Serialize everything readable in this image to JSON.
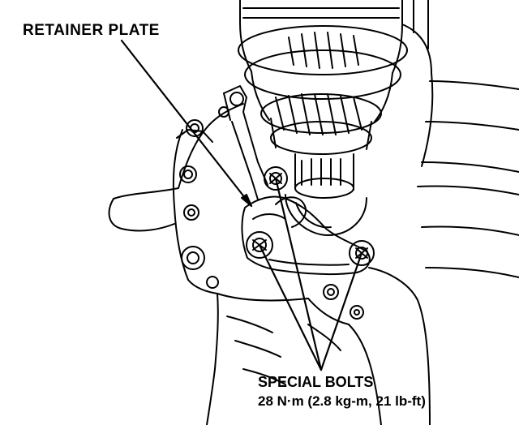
{
  "labels": {
    "retainer_plate": "RETAINER PLATE",
    "special_bolts_title": "SPECIAL BOLTS",
    "special_bolts_torque": "28 N·m (2.8 kg-m, 21 lb-ft)"
  },
  "colors": {
    "ink": "#000000",
    "paper": "#ffffff"
  }
}
